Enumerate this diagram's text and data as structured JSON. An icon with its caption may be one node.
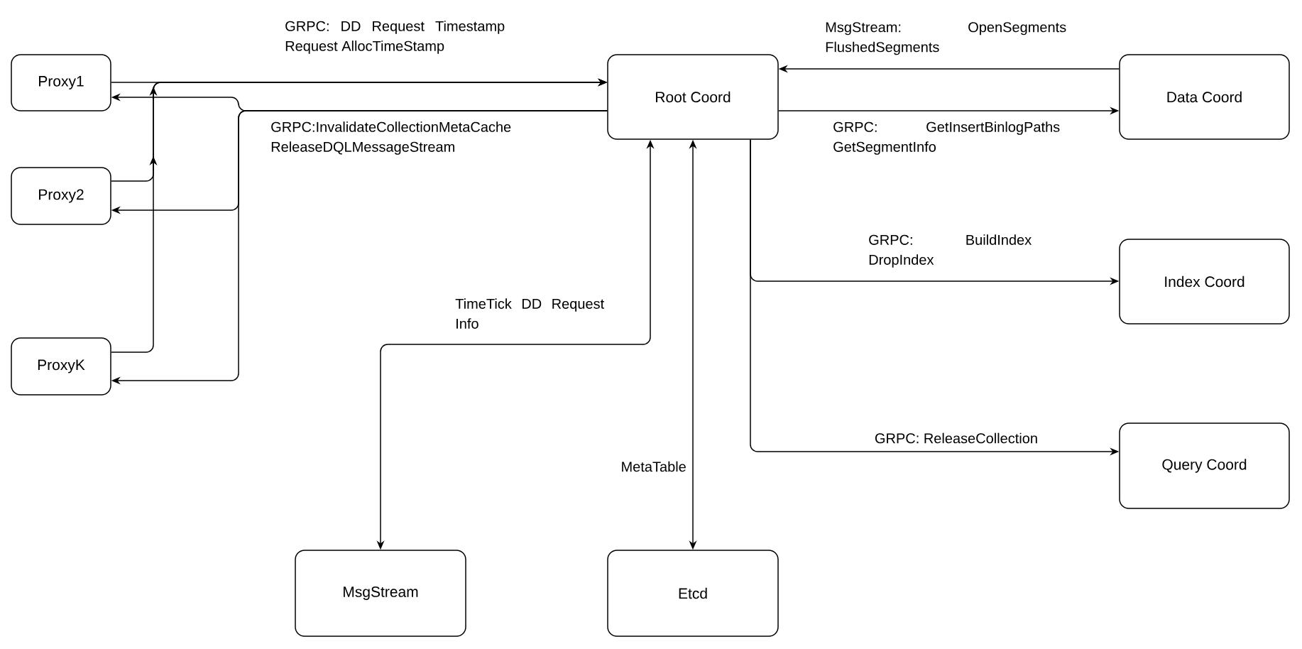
{
  "diagram": {
    "nodes": [
      {
        "text": [
          "Proxy1"
        ]
      },
      {
        "text": [
          "Root Coord"
        ]
      },
      {
        "text": [
          "Data Coord"
        ]
      },
      {
        "text": [
          "Proxy2"
        ]
      },
      {
        "text": [
          "Index Coord"
        ]
      },
      {
        "text": [
          "ProxyK"
        ]
      },
      {
        "text": [
          "Query Coord"
        ]
      },
      {
        "text": [
          "MsgStream"
        ]
      },
      {
        "text": [
          "Etcd"
        ]
      }
    ],
    "edges": [
      {
        "from": 0,
        "to": 1,
        "arrow": "to",
        "label": "GRPC: DD Request Timestamp Request AllocTimeStamp"
      },
      {
        "from": 3,
        "to": 1,
        "arrow": "to"
      },
      {
        "from": 5,
        "to": 1,
        "arrow": "to"
      },
      {
        "from": 1,
        "to": 0,
        "arrow": "to",
        "label": "GRPC:InvalidateCollectionMetaCache ReleaseDQLMessageStream"
      },
      {
        "from": 1,
        "to": 3,
        "arrow": "to"
      },
      {
        "from": 1,
        "to": 5,
        "arrow": "to"
      },
      {
        "from": 2,
        "to": 1,
        "arrow": "to",
        "label": "MsgStream: OpenSegments FlushedSegments"
      },
      {
        "from": 1,
        "to": 2,
        "arrow": "to",
        "label": "GRPC: GetInsertBinlogPaths GetSegmentInfo"
      },
      {
        "from": 1,
        "to": 4,
        "arrow": "to",
        "label": "GRPC: BuildIndex DropIndex"
      },
      {
        "from": 1,
        "to": 6,
        "arrow": "to",
        "label": "GRPC: ReleaseCollection"
      },
      {
        "from": 1,
        "to": 7,
        "arrow": "both",
        "label": "TimeTick DD Request Info"
      },
      {
        "from": 1,
        "to": 8,
        "arrow": "both",
        "label": "MetaTable"
      }
    ]
  }
}
